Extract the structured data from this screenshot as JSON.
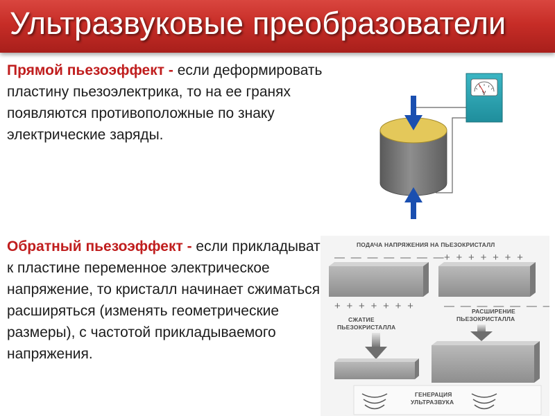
{
  "slide": {
    "title": "Ультразвуковые преобразователи",
    "direct": {
      "term": "Прямой пьезоэффект",
      "dash": "-",
      "text": " если деформировать пластину пьезоэлектрика, то на ее гранях появляются противоположные по знаку электрические заряды."
    },
    "inverse": {
      "term": "Обратный пьезоэффект",
      "dash": "-",
      "text": " если прикладывать к пластине переменное электрическое напряжение, то кристалл начинает сжиматься и расширяться (изменять геометрические размеры), с частотой прикладываемого напряжения."
    }
  },
  "figure_direct": {
    "meter_symbol": "V",
    "colors": {
      "arrow": "#1a4fb0",
      "disk_top": "#e4c85a",
      "cylinder": "#7c7c7c",
      "meter": "#2aa6b4"
    }
  },
  "figure_inverse": {
    "heading": "ПОДАЧА НАПРЯЖЕНИЯ НА ПЬЕЗОКРИСТАЛЛ",
    "signs_top_left": "— — — — — — —",
    "signs_top_right": "+ + + + + + +",
    "signs_mid_left": "+ + + + + + +",
    "signs_mid_right": "— — — — — — —",
    "compress_line1": "СЖАТИЕ",
    "compress_line2": "ПЬЕЗОКРИСТАЛЛА",
    "expand_line1": "РАСШИРЕНИЕ",
    "expand_line2": "ПЬЕЗОКРИСТАЛЛА",
    "generation_line1": "ГЕНЕРАЦИЯ",
    "generation_line2": "УЛЬТРАЗВУКА"
  }
}
